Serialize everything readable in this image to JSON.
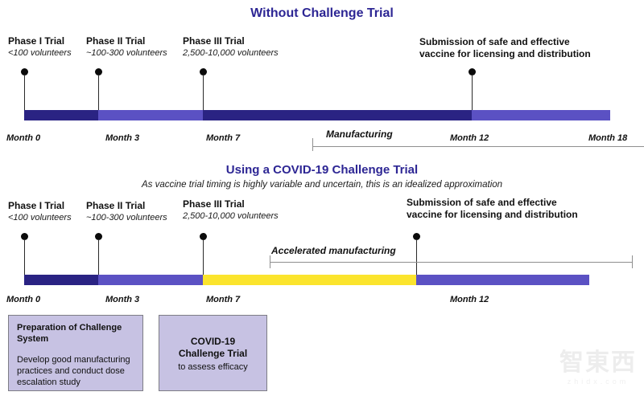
{
  "colors": {
    "title_indigo": "#2d2694",
    "dark_navy": "#2a2383",
    "purple": "#5b51c3",
    "yellow": "#fbe42d",
    "box_fill": "#c7c2e3"
  },
  "section1": {
    "title": "Without Challenge Trial",
    "phases": [
      {
        "name": "Phase I Trial",
        "sub": "<100 volunteers"
      },
      {
        "name": "Phase II Trial",
        "sub": "~100-300 volunteers"
      },
      {
        "name": "Phase III Trial",
        "sub": "2,500-10,000 volunteers"
      }
    ],
    "submission": [
      "Submission of safe and effective",
      "vaccine for licensing and distribution"
    ],
    "months": [
      "Month 0",
      "Month 3",
      "Month 7",
      "Month 12",
      "Month 18"
    ],
    "manufacturing_label": "Manufacturing",
    "segments": [
      {
        "from": "Month 0",
        "to": "Month 3",
        "color": "#2a2383"
      },
      {
        "from": "Month 3",
        "to": "Month 7",
        "color": "#5b51c3"
      },
      {
        "from": "Month 7",
        "to": "Month 12",
        "color": "#2a2383"
      },
      {
        "from": "Month 12",
        "to": "Month 18",
        "color": "#5b51c3"
      }
    ]
  },
  "section2": {
    "title": "Using a COVID-19 Challenge Trial",
    "subtitle": "As vaccine trial timing is highly variable and uncertain, this is an idealized approximation",
    "phases": [
      {
        "name": "Phase I Trial",
        "sub": "<100 volunteers"
      },
      {
        "name": "Phase II Trial",
        "sub": "~100-300 volunteers"
      },
      {
        "name": "Phase III Trial",
        "sub": "2,500-10,000 volunteers"
      }
    ],
    "submission": [
      "Submission of safe and effective",
      "vaccine for licensing and distribution"
    ],
    "months": [
      "Month 0",
      "Month 3",
      "Month 7",
      "Month 12"
    ],
    "manufacturing_label": "Accelerated manufacturing",
    "segments": [
      {
        "from": "Month 0",
        "to": "Month 3",
        "color": "#2a2383"
      },
      {
        "from": "Month 3",
        "to": "Month 7",
        "color": "#5b51c3"
      },
      {
        "from": "Month 7",
        "to": "Month 12",
        "color": "#fbe42d"
      },
      {
        "from": "Month 12",
        "to": "",
        "color": "#5b51c3"
      }
    ]
  },
  "boxes": [
    {
      "title": "Preparation of Challenge System",
      "body": "Develop good manufacturing practices and conduct dose escalation study"
    },
    {
      "title": "COVID-19 Challenge Trial",
      "body": "to assess efficacy"
    }
  ],
  "watermark": {
    "logo": "智東西",
    "domain": "zhidx.com"
  }
}
